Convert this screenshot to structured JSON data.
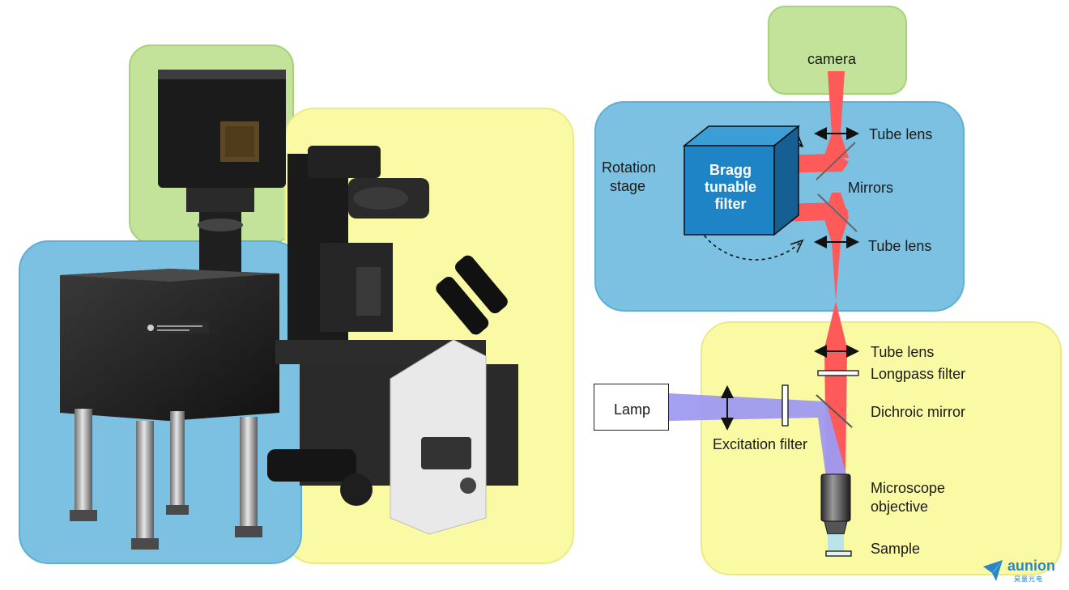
{
  "colors": {
    "green_region": "#c3e29a",
    "blue_region": "#7cc1e2",
    "yellow_region": "#fafaa4",
    "beam_red": "#ff5a5a",
    "beam_violet": "#9f9af0",
    "filter_blue": "#1f84c6"
  },
  "photo": {
    "description_icon": "hyperspectral-microscope-photo"
  },
  "schematic": {
    "camera": "camera",
    "rotation_stage": [
      "Rotation",
      "stage"
    ],
    "bragg_filter": [
      "Bragg",
      "tunable",
      "filter"
    ],
    "tube_lens_top": "Tube lens",
    "mirrors": "Mirrors",
    "tube_lens_mid": "Tube lens",
    "tube_lens_lower": "Tube lens",
    "longpass_filter": "Longpass filter",
    "dichroic_mirror": "Dichroic mirror",
    "lamp": "Lamp",
    "excitation_filter": "Excitation filter",
    "microscope_objective": [
      "Microscope",
      "objective"
    ],
    "sample": "Sample"
  },
  "logo": {
    "name": "aunion",
    "sub": "昊量光电"
  }
}
